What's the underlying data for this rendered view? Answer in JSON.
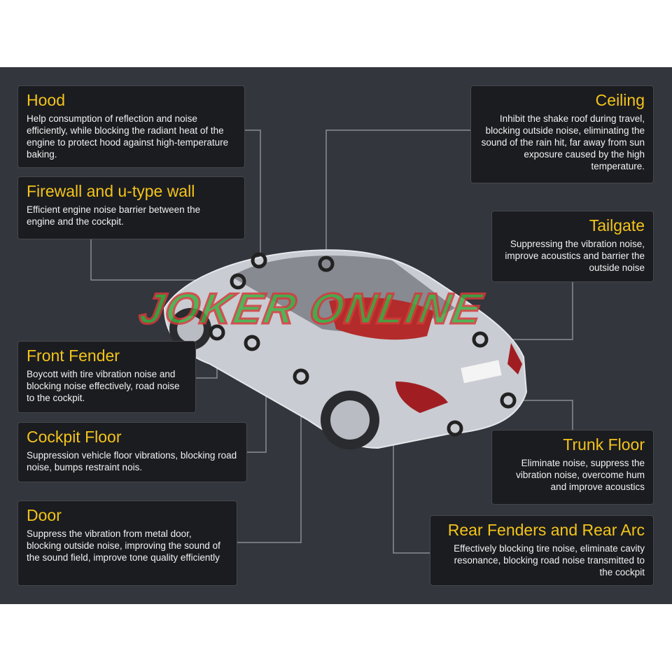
{
  "sections": {
    "hood": {
      "title": "Hood",
      "text": "Help consumption of reflection and noise efficiently, while blocking the radiant heat of the engine to protect hood against high-temperature baking."
    },
    "firewall": {
      "title": "Firewall and u-type wall",
      "text": "Efficient engine noise barrier between the engine and the cockpit."
    },
    "front_fender": {
      "title": "Front Fender",
      "text": "Boycott with tire vibration noise and blocking noise effectively, road noise to the cockpit."
    },
    "cockpit_floor": {
      "title": "Cockpit Floor",
      "text": "Suppression vehicle floor vibrations, blocking road noise, bumps restraint nois."
    },
    "door": {
      "title": "Door",
      "text": "Suppress the vibration from metal door, blocking outside noise, improving the sound of the sound field, improve tone quality efficiently"
    },
    "ceiling": {
      "title": "Ceiling",
      "text": "Inhibit the shake roof during travel, blocking outside noise, eliminating the sound of the rain hit, far away from sun exposure caused by the high temperature."
    },
    "tailgate": {
      "title": "Tailgate",
      "text": "Suppressing the vibration noise, improve acoustics and barrier the outside noise"
    },
    "trunk_floor": {
      "title": "Trunk Floor",
      "text": "Eliminate noise, suppress the vibration noise, overcome hum and improve acoustics"
    },
    "rear_fenders": {
      "title": "Rear Fenders and Rear Arc",
      "text": "Effectively blocking tire noise, eliminate cavity resonance, blocking road noise transmitted to the cockpit"
    }
  },
  "watermark": "JOKER ONLINE",
  "colors": {
    "title": "#f3c41a",
    "panel": "#33363c",
    "box": "#1b1c20"
  }
}
